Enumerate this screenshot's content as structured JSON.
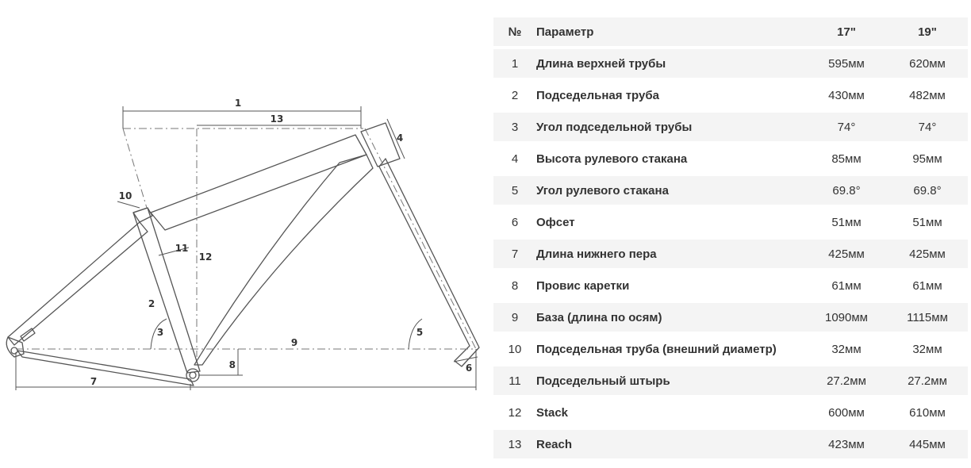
{
  "diagram": {
    "labels": [
      "1",
      "13",
      "4",
      "10",
      "11",
      "12",
      "2",
      "3",
      "5",
      "9",
      "8",
      "6",
      "7"
    ]
  },
  "table": {
    "headers": {
      "no": "№",
      "param": "Параметр",
      "size1": "17\"",
      "size2": "19\""
    },
    "rows": [
      {
        "no": "1",
        "param": "Длина верхней трубы",
        "v1": "595мм",
        "v2": "620мм"
      },
      {
        "no": "2",
        "param": "Подседельная труба",
        "v1": "430мм",
        "v2": "482мм"
      },
      {
        "no": "3",
        "param": "Угол подседельной трубы",
        "v1": "74°",
        "v2": "74°"
      },
      {
        "no": "4",
        "param": "Высота рулевого стакана",
        "v1": "85мм",
        "v2": "95мм"
      },
      {
        "no": "5",
        "param": "Угол рулевого стакана",
        "v1": "69.8°",
        "v2": "69.8°"
      },
      {
        "no": "6",
        "param": "Офсет",
        "v1": "51мм",
        "v2": "51мм"
      },
      {
        "no": "7",
        "param": "Длина нижнего пера",
        "v1": "425мм",
        "v2": "425мм"
      },
      {
        "no": "8",
        "param": "Провис каретки",
        "v1": "61мм",
        "v2": "61мм"
      },
      {
        "no": "9",
        "param": "База (длина по осям)",
        "v1": "1090мм",
        "v2": "1115мм"
      },
      {
        "no": "10",
        "param": "Подседельная труба (внешний диаметр)",
        "v1": "32мм",
        "v2": "32мм"
      },
      {
        "no": "11",
        "param": "Подседельный штырь",
        "v1": "27.2мм",
        "v2": "27.2мм"
      },
      {
        "no": "12",
        "param": "Stack",
        "v1": "600мм",
        "v2": "610мм"
      },
      {
        "no": "13",
        "param": "Reach",
        "v1": "423мм",
        "v2": "445мм"
      }
    ]
  }
}
